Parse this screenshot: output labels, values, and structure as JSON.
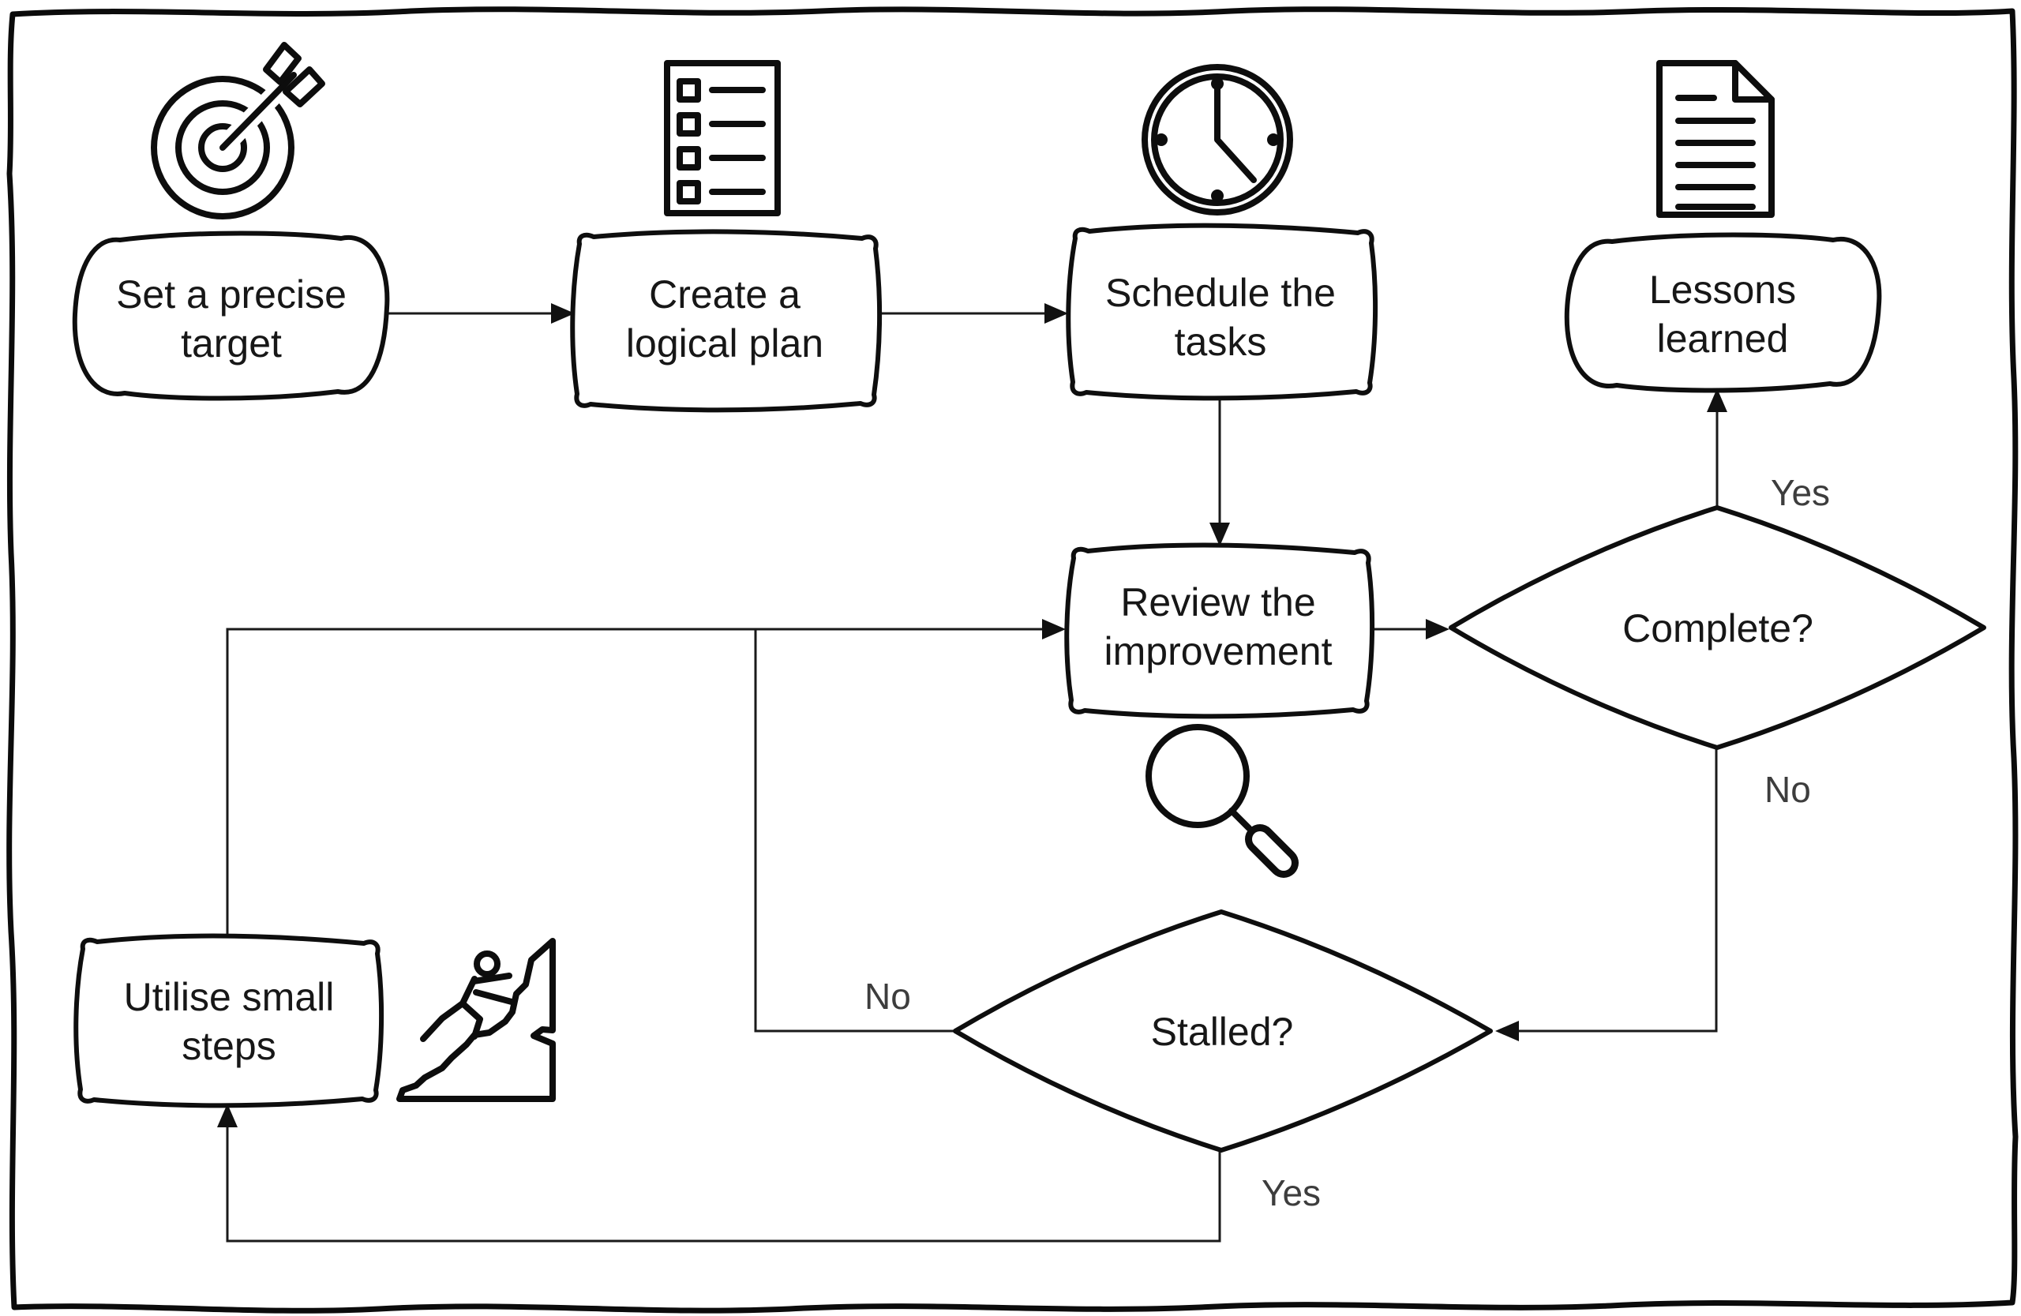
{
  "figure": {
    "type": "flowchart",
    "style": "hand-drawn sketch, black ink on white",
    "background_color": "#ffffff",
    "ink_color": "#0e0e0e",
    "node_text_color": "#171717",
    "edge_label_color": "#3d3d3d"
  },
  "nodes": {
    "set_target": {
      "type": "terminator",
      "label": "Set a precise target",
      "lines": [
        "Set a precise",
        "target"
      ],
      "icon": "target-icon"
    },
    "create_plan": {
      "type": "process",
      "label": "Create a logical plan",
      "lines": [
        "Create a",
        "logical plan"
      ],
      "icon": "checklist-icon"
    },
    "schedule": {
      "type": "process",
      "label": "Schedule the tasks",
      "lines": [
        "Schedule the",
        "tasks"
      ],
      "icon": "clock-icon"
    },
    "lessons": {
      "type": "terminator",
      "label": "Lessons learned",
      "lines": [
        "Lessons",
        "learned"
      ],
      "icon": "document-icon"
    },
    "review": {
      "type": "process",
      "label": "Review the improvement",
      "lines": [
        "Review the",
        "improvement"
      ],
      "icon": "magnifier-icon"
    },
    "complete": {
      "type": "decision",
      "label": "Complete?"
    },
    "stalled": {
      "type": "decision",
      "label": "Stalled?"
    },
    "utilise": {
      "type": "process",
      "label": "Utilise small steps",
      "lines": [
        "Utilise small",
        "steps"
      ],
      "icon": "climber-icon"
    }
  },
  "edges": {
    "set_to_plan": {
      "from": "set_target",
      "to": "create_plan",
      "label": ""
    },
    "plan_to_schedule": {
      "from": "create_plan",
      "to": "schedule",
      "label": ""
    },
    "schedule_to_review": {
      "from": "schedule",
      "to": "review",
      "label": ""
    },
    "review_to_complete": {
      "from": "review",
      "to": "complete",
      "label": ""
    },
    "complete_yes": {
      "from": "complete",
      "to": "lessons",
      "label": "Yes"
    },
    "complete_no": {
      "from": "complete",
      "to": "stalled",
      "label": "No"
    },
    "stalled_no": {
      "from": "stalled",
      "to": "review",
      "label": "No"
    },
    "stalled_yes": {
      "from": "stalled",
      "to": "utilise",
      "label": "Yes"
    },
    "utilise_to_review": {
      "from": "utilise",
      "to": "review",
      "label": ""
    }
  }
}
